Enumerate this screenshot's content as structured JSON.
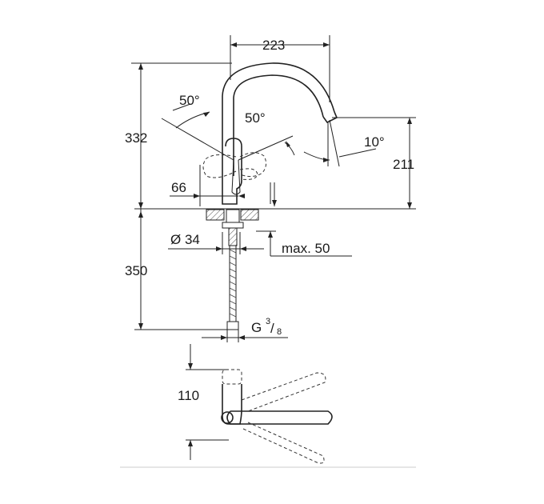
{
  "dimensions": {
    "spout_reach": "223",
    "total_height": "332",
    "spout_height": "211",
    "lever_angle_left": "50°",
    "lever_angle_right": "50°",
    "spout_tilt": "10°",
    "lever_offset": "66",
    "hole_diameter": "Ø 34",
    "deck_thickness": "max. 50",
    "hose_length": "350",
    "thread_prefix": "G",
    "thread_num": "3",
    "thread_den": "8",
    "top_depth": "110"
  },
  "colors": {
    "line": "#222222",
    "background": "#ffffff"
  }
}
